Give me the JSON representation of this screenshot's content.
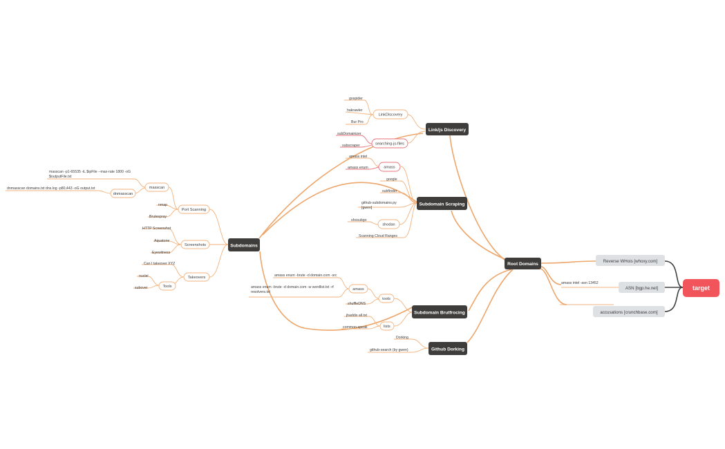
{
  "root": {
    "label": "target",
    "color": "#f2545b"
  },
  "sources": [
    {
      "id": "whois",
      "label": "Reverse WHois [whoxy.com]"
    },
    {
      "id": "asn",
      "label": "ASN [bgp.he.net]"
    },
    {
      "id": "crunch",
      "label": "accusations [crunchbase.com]"
    }
  ],
  "asn_command": "amass intel -asn 13452",
  "hubs": {
    "root_domains": "Root Domains",
    "links": "Link/js Discovery",
    "scraping": "Subdomain Scraping",
    "brute": "Subdomain Brutfrocing",
    "dorking": "Github Dorking",
    "subdomains": "Subdomains"
  },
  "link_discovery": {
    "label": "LinkDiscovery",
    "tools": [
      "gospider",
      "hakrawler",
      "Bur Pro"
    ]
  },
  "searching_js": {
    "label": "searching-js-files",
    "tools": [
      "subDomainizer",
      "subscraper"
    ]
  },
  "scraping": {
    "amass": {
      "label": "amass",
      "items": [
        "amass intel",
        "amass enum"
      ]
    },
    "google": "google",
    "subfinder": "subfinder",
    "github_subdomains": [
      "github-subdomains.py",
      "[gwen]"
    ],
    "shodan": {
      "label": "shodan",
      "item": "shosubgo"
    },
    "cloud": "Scanning Cloud Ranges"
  },
  "brute": {
    "tools_label": "tools",
    "amass": {
      "label": "amass",
      "cmd1": "amass enum -brute -d domain.com -src",
      "cmd2": [
        "amass enum -brute -d domain.com -w wordlist.txt -rf",
        "resolvers.txt"
      ]
    },
    "shuffledns": "shuffleDNS",
    "lists_label": "lists",
    "lists": [
      "jhaddix all.txt",
      "common-speak"
    ]
  },
  "dorking": {
    "items": [
      "Dorking",
      "github-search (by gwen)"
    ]
  },
  "subdomains": {
    "port_scanning": {
      "label": "Port Scanning",
      "masscan": {
        "label": "masscan",
        "cmd": [
          "masscan -p1-65535 -iL $ipFile --max-rate 1800 -oG",
          "$outputFile.txt"
        ]
      },
      "dnmasscan": {
        "label": "dnmasscan",
        "cmd": "dnmasscan domains.txt dns.log -p80,443 -oG output.txt"
      },
      "nmap": "nmap",
      "brutespray": "Brutespray"
    },
    "screenshots": {
      "label": "Screenshots",
      "items": [
        "HTTP Screenshot",
        "Aquatone",
        "Eyewitness"
      ]
    },
    "takeovers": {
      "label": "Takeovers",
      "can": "Can I takeover XYZ",
      "tools_label": "Tools",
      "tools": [
        "nuclei",
        "subover"
      ]
    }
  }
}
